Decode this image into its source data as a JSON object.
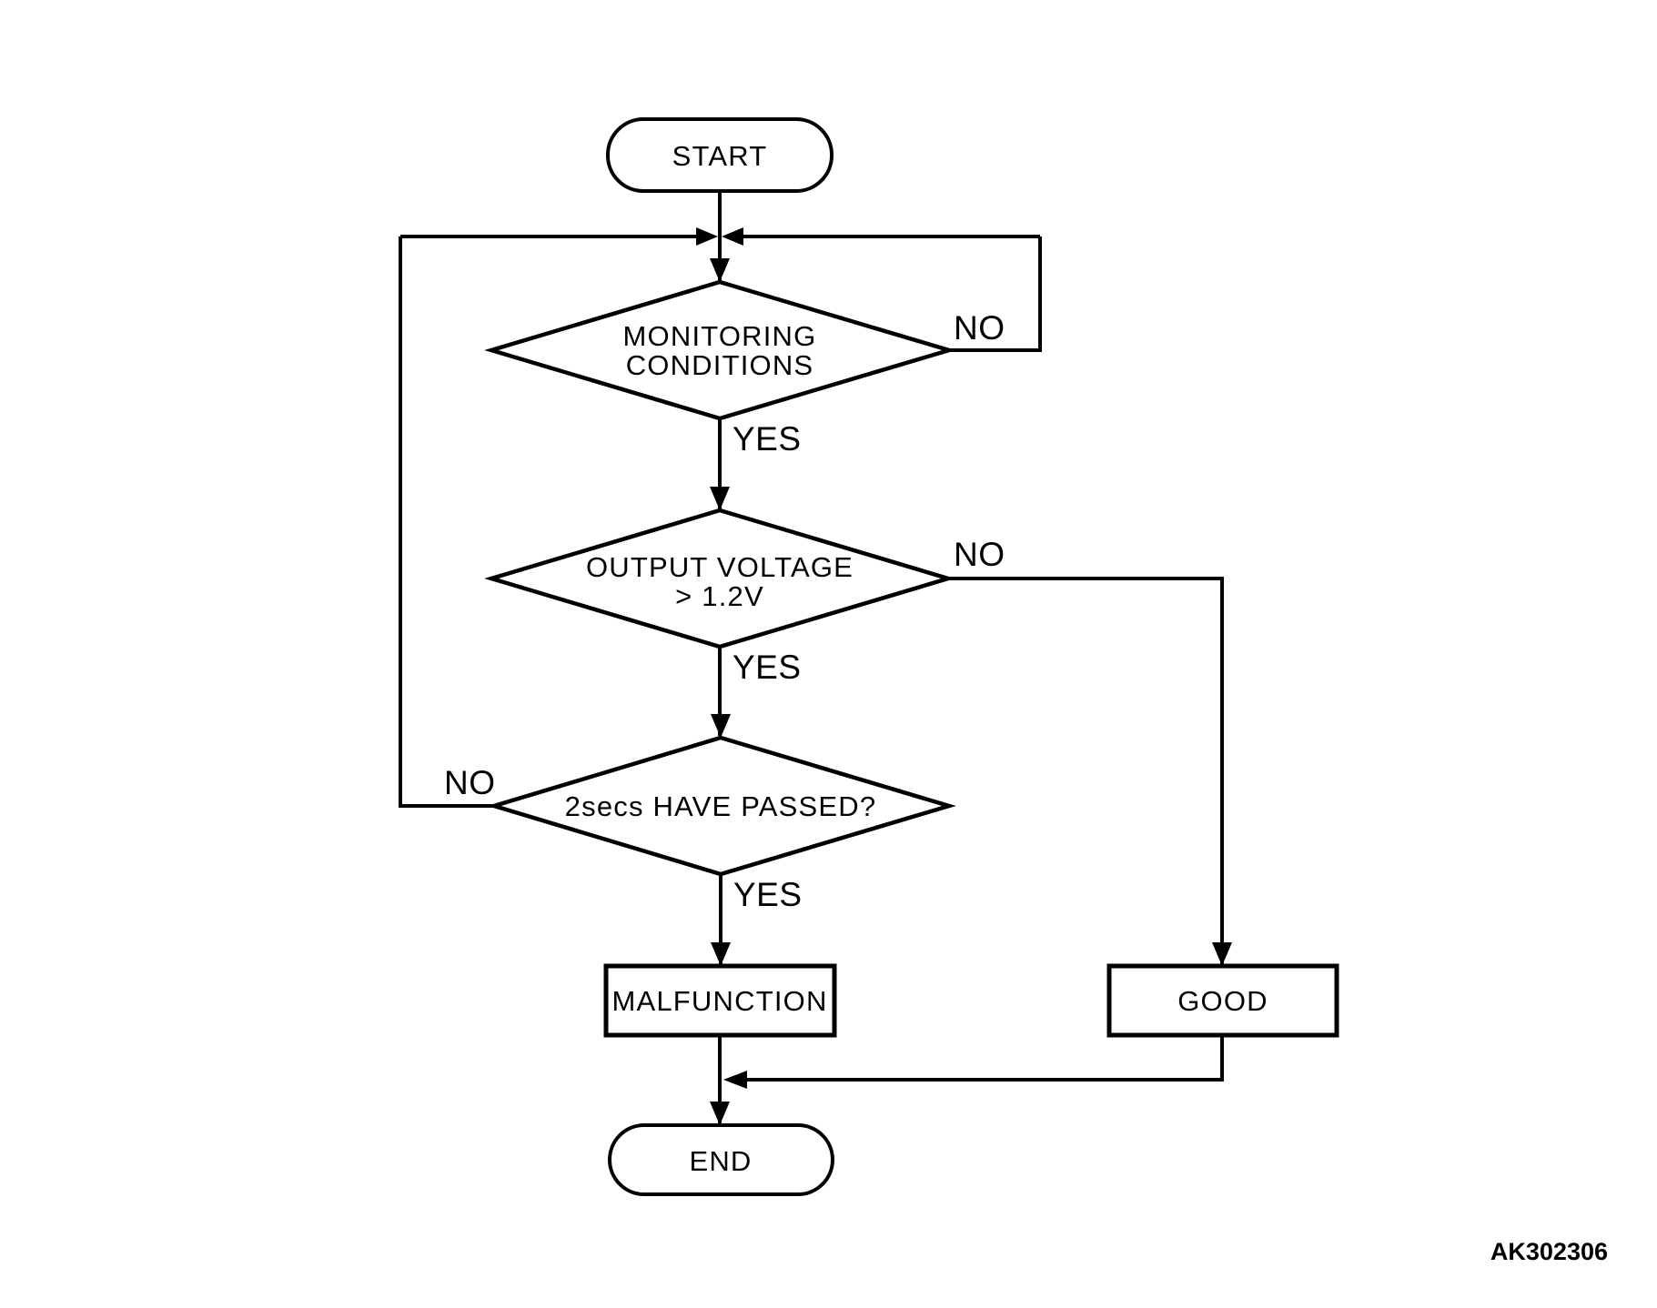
{
  "figure_code": "AK302306",
  "colors": {
    "background": "#ffffff",
    "line": "#000000",
    "text": "#000000"
  },
  "nodes": {
    "start": {
      "type": "terminator",
      "label": "START"
    },
    "monitoring_conditions": {
      "type": "decision",
      "line1": "MONITORING",
      "line2": "CONDITIONS"
    },
    "output_voltage": {
      "type": "decision",
      "line1": "OUTPUT VOLTAGE",
      "line2": "> 1.2V"
    },
    "secs_passed": {
      "type": "decision",
      "label": "2secs HAVE PASSED?"
    },
    "malfunction": {
      "type": "process",
      "label": "MALFUNCTION"
    },
    "good": {
      "type": "process",
      "label": "GOOD"
    },
    "end": {
      "type": "terminator",
      "label": "END"
    }
  },
  "branch_labels": {
    "monitoring_no": "NO",
    "monitoring_yes": "YES",
    "voltage_no": "NO",
    "voltage_yes": "YES",
    "passed_no": "NO",
    "passed_yes": "YES"
  }
}
